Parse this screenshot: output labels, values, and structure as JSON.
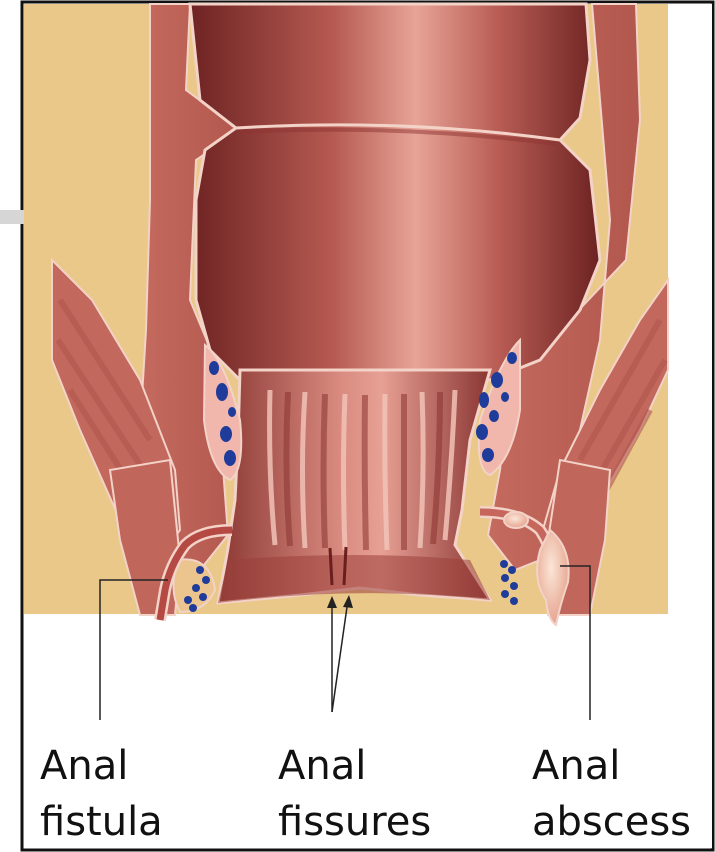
{
  "labels": {
    "fistula": {
      "line1": "Anal",
      "line2": "fistula"
    },
    "fissures": {
      "line1": "Anal",
      "line2": "fissures"
    },
    "abscess": {
      "line1": "Anal",
      "line2": "abscess"
    }
  },
  "colors": {
    "fat": "#E9C889",
    "muscle": "#C46A5E",
    "muscle_dark": "#A9524A",
    "mucosa_light": "#E39A8E",
    "lumen_dark": "#7C2A28",
    "outline": "#F3D2C8",
    "vessel": "#1F3C9A",
    "frame": "#111111",
    "leader": "#222222"
  }
}
